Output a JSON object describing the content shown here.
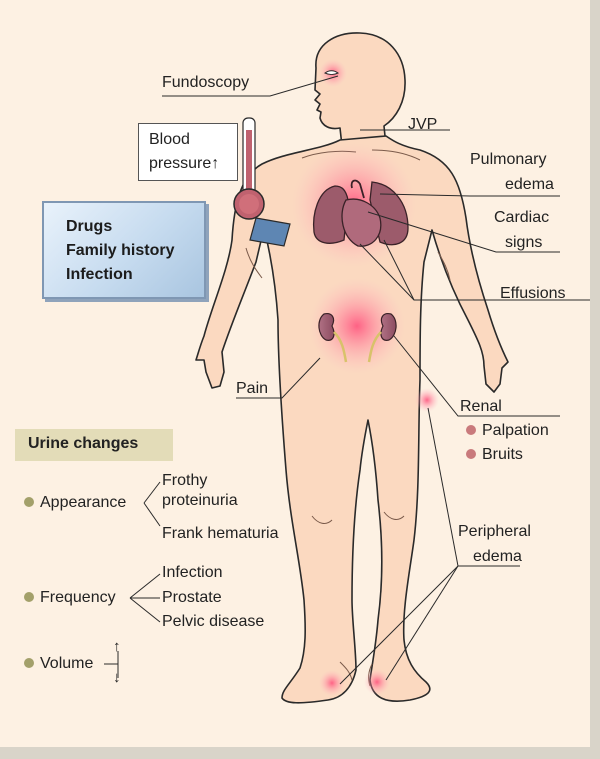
{
  "labels": {
    "fundoscopy": "Fundoscopy",
    "jvp": "JVP",
    "pulmonary_edema_line1": "Pulmonary",
    "pulmonary_edema_line2": "edema",
    "cardiac_signs_line1": "Cardiac",
    "cardiac_signs_line2": "signs",
    "effusions": "Effusions",
    "pain": "Pain",
    "renal": "Renal",
    "peripheral_edema_line1": "Peripheral",
    "peripheral_edema_line2": "edema"
  },
  "blood_pressure": {
    "line1": "Blood",
    "line2": "pressure↑"
  },
  "history_box": {
    "items": [
      "Drugs",
      "Family history",
      "Infection"
    ]
  },
  "renal_signs": [
    "Palpation",
    "Bruits"
  ],
  "urine_changes": {
    "heading": "Urine changes",
    "appearance": {
      "label": "Appearance",
      "options": [
        "Frothy",
        "proteinuria",
        "Frank hematuria"
      ]
    },
    "frequency": {
      "label": "Frequency",
      "options": [
        "Infection",
        "Prostate",
        "Pelvic disease"
      ]
    },
    "volume": {
      "label": "Volume",
      "arrows": [
        "↑",
        "↓"
      ]
    }
  },
  "colors": {
    "skin": "#fbd9c0",
    "outline": "#2a2a2a",
    "organ": "#9c5b6b",
    "highlight": "#ff4d7a",
    "info_box": "#c6dbef",
    "urine_heading_bg": "#e3dcb8",
    "bullet_olive": "#a3a06a",
    "bullet_rose": "#c97a7c"
  }
}
